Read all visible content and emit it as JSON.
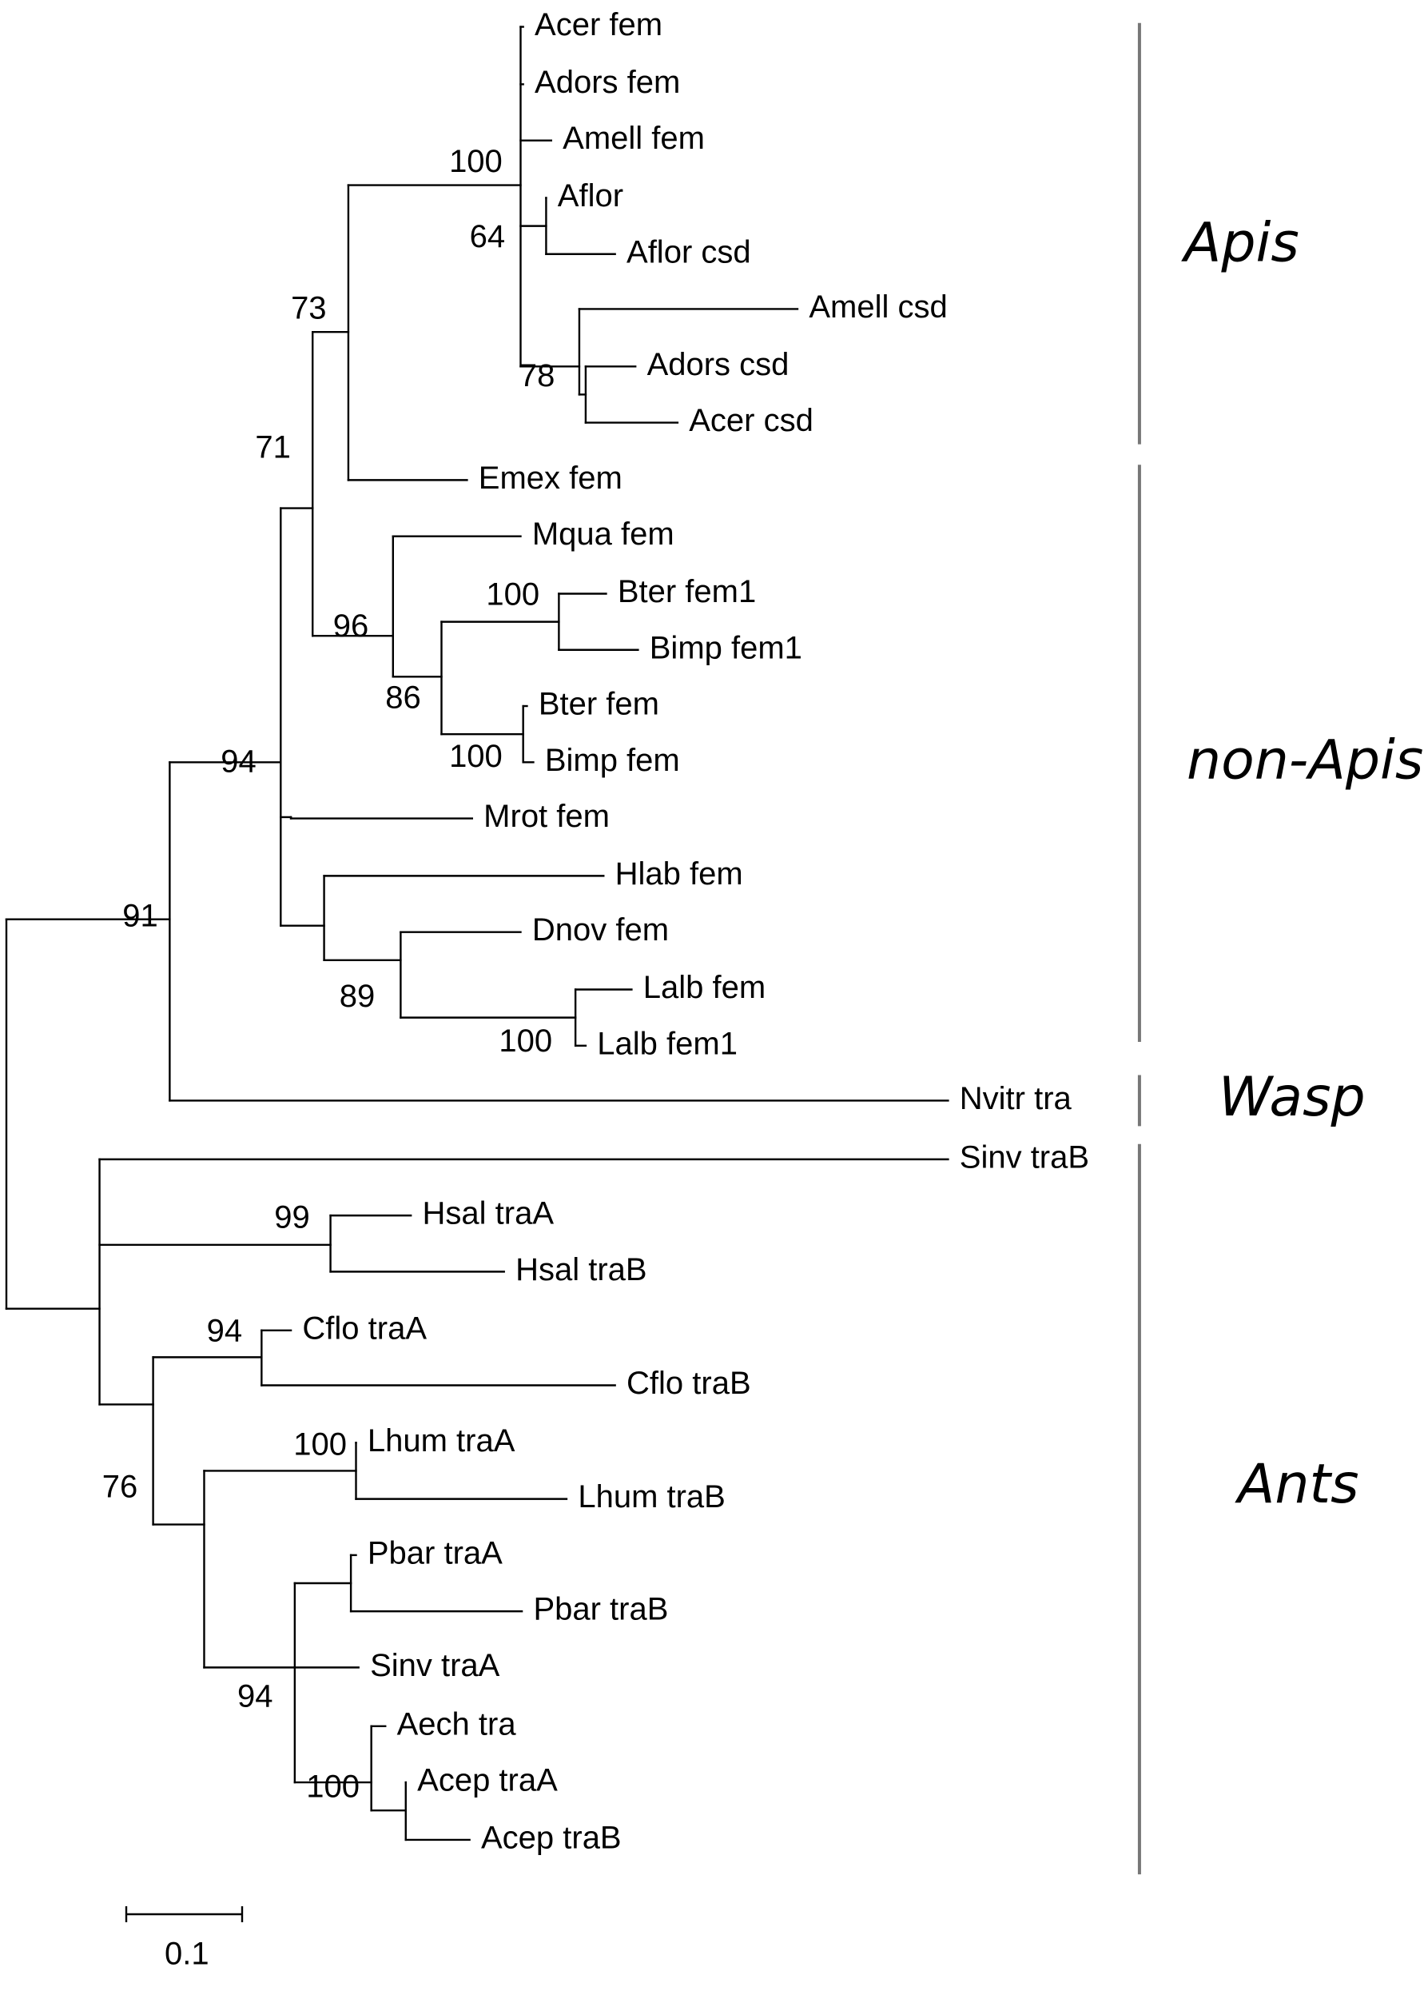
{
  "leaves": [
    {
      "id": "acer_fem",
      "label": "Acer fem"
    },
    {
      "id": "adors_fem",
      "label": "Adors fem"
    },
    {
      "id": "amell_fem",
      "label": "Amell fem"
    },
    {
      "id": "aflor",
      "label": "Aflor"
    },
    {
      "id": "aflor_csd",
      "label": "Aflor csd"
    },
    {
      "id": "amell_csd",
      "label": "Amell csd"
    },
    {
      "id": "adors_csd",
      "label": "Adors csd"
    },
    {
      "id": "acer_csd",
      "label": "Acer csd"
    },
    {
      "id": "emex_fem",
      "label": "Emex fem"
    },
    {
      "id": "mqua_fem",
      "label": "Mqua fem"
    },
    {
      "id": "bter_fem1",
      "label": "Bter fem1"
    },
    {
      "id": "bimp_fem1",
      "label": "Bimp fem1"
    },
    {
      "id": "bter_fem",
      "label": "Bter fem"
    },
    {
      "id": "bimp_fem",
      "label": "Bimp fem"
    },
    {
      "id": "mrot_fem",
      "label": "Mrot fem"
    },
    {
      "id": "hlab_fem",
      "label": "Hlab fem"
    },
    {
      "id": "dnov_fem",
      "label": "Dnov fem"
    },
    {
      "id": "lalb_fem",
      "label": "Lalb fem"
    },
    {
      "id": "lalb_fem1",
      "label": "Lalb fem1"
    },
    {
      "id": "nvitr_tra",
      "label": "Nvitr tra"
    },
    {
      "id": "sinv_trab",
      "label": "Sinv traB"
    },
    {
      "id": "hsal_traa",
      "label": "Hsal traA"
    },
    {
      "id": "hsal_trab",
      "label": "Hsal traB"
    },
    {
      "id": "cflo_traa",
      "label": "Cflo traA"
    },
    {
      "id": "cflo_trab",
      "label": "Cflo traB"
    },
    {
      "id": "lhum_traa",
      "label": "Lhum traA"
    },
    {
      "id": "lhum_trab",
      "label": "Lhum traB"
    },
    {
      "id": "pbar_traa",
      "label": "Pbar traA"
    },
    {
      "id": "pbar_trab",
      "label": "Pbar traB"
    },
    {
      "id": "sinv_traa",
      "label": "Sinv traA"
    },
    {
      "id": "aech_tra",
      "label": "Aech tra"
    },
    {
      "id": "acep_traa",
      "label": "Acep traA"
    },
    {
      "id": "acep_trab",
      "label": "Acep traB"
    }
  ],
  "bootstrap": [
    {
      "node": "apis_clade",
      "value": "100"
    },
    {
      "node": "aflor_pair",
      "value": "64"
    },
    {
      "node": "csd_clade",
      "value": "78"
    },
    {
      "node": "apis_emex",
      "value": "73"
    },
    {
      "node": "corbiculate",
      "value": "71"
    },
    {
      "node": "bombus_melipona",
      "value": "96"
    },
    {
      "node": "bombus",
      "value": "86"
    },
    {
      "node": "bombus_fem1",
      "value": "100"
    },
    {
      "node": "bombus_fem",
      "value": "100"
    },
    {
      "node": "bees",
      "value": "94"
    },
    {
      "node": "halictid",
      "value": "89"
    },
    {
      "node": "lalb_pair",
      "value": "100"
    },
    {
      "node": "bees_wasp",
      "value": "91"
    },
    {
      "node": "hsal_pair",
      "value": "99"
    },
    {
      "node": "cflo_pair",
      "value": "94"
    },
    {
      "node": "formicoid",
      "value": "76"
    },
    {
      "node": "lhum_pair",
      "value": "100"
    },
    {
      "node": "myrmicine",
      "value": "94"
    },
    {
      "node": "attine",
      "value": "100"
    }
  ],
  "groups": [
    {
      "id": "apis",
      "label": "Apis"
    },
    {
      "id": "non_apis",
      "label": "non-Apis"
    },
    {
      "id": "wasp",
      "label": "Wasp"
    },
    {
      "id": "ants",
      "label": "Ants"
    }
  ],
  "scale_bar": {
    "label": "0.1",
    "length": 0.1
  }
}
